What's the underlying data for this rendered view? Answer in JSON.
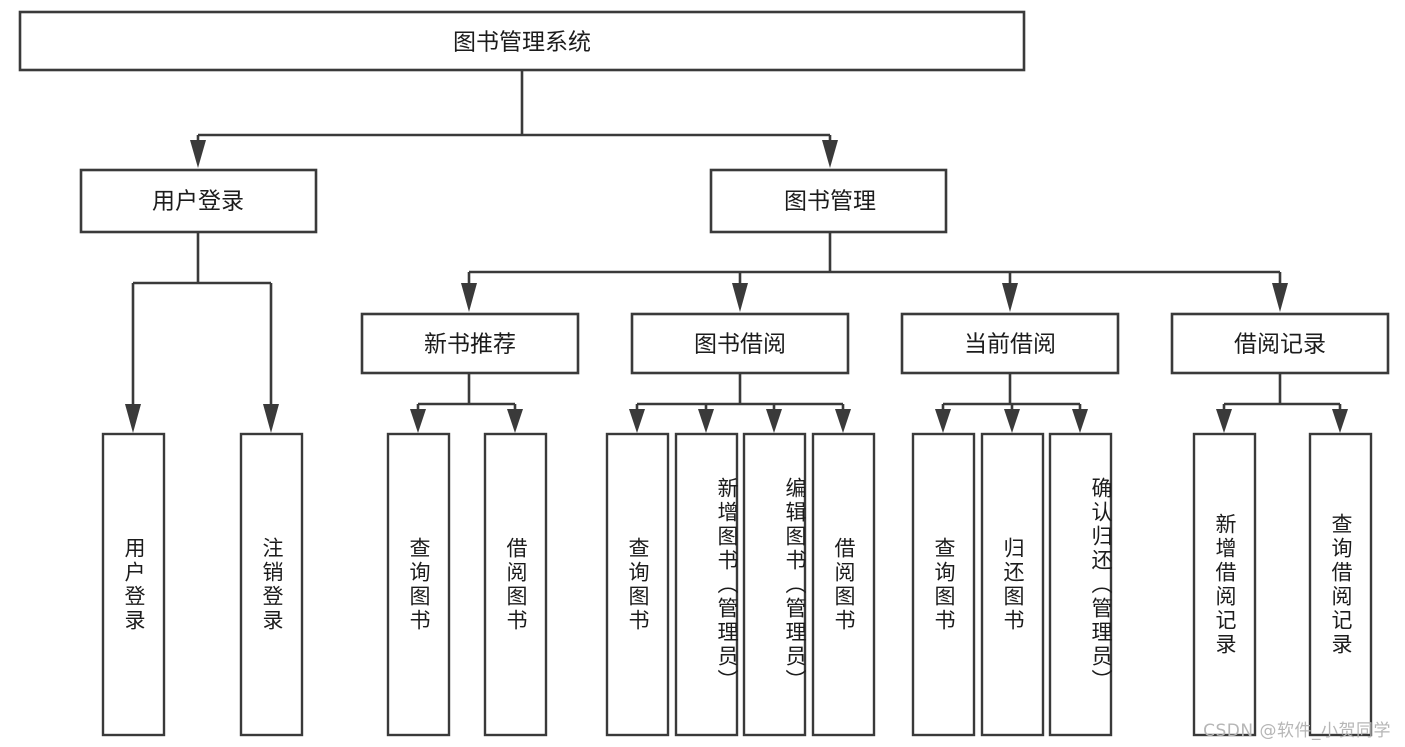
{
  "diagram": {
    "title": "图书管理系统",
    "type": "tree-hierarchy-chart",
    "watermark": "CSDN @软件_小贺同学",
    "colors": {
      "stroke": "#3a3a3a",
      "fill": "#ffffff",
      "text": "#1c1c1c",
      "watermark": "#b6b6b6"
    },
    "root": {
      "label": "图书管理系统"
    },
    "level2": [
      {
        "label": "用户登录"
      },
      {
        "label": "图书管理"
      }
    ],
    "level3": [
      {
        "label": "新书推荐"
      },
      {
        "label": "图书借阅"
      },
      {
        "label": "当前借阅"
      },
      {
        "label": "借阅记录"
      }
    ],
    "leaves": {
      "user_login": [
        {
          "label": "用户登录"
        },
        {
          "label": "注销登录"
        }
      ],
      "new_book_recommend": [
        {
          "label": "查询图书"
        },
        {
          "label": "借阅图书"
        }
      ],
      "book_borrow": [
        {
          "label": "查询图书"
        },
        {
          "label": "新增图书（管理员）"
        },
        {
          "label": "编辑图书（管理员）"
        },
        {
          "label": "借阅图书"
        }
      ],
      "current_borrow": [
        {
          "label": "查询图书"
        },
        {
          "label": "归还图书"
        },
        {
          "label": "确认归还（管理员）"
        }
      ],
      "borrow_record": [
        {
          "label": "新增借阅记录"
        },
        {
          "label": "查询借阅记录"
        }
      ]
    }
  },
  "chart_data": {
    "type": "table",
    "title": "图书管理系统 功能结构图",
    "nodes": [
      {
        "id": "root",
        "label": "图书管理系统",
        "level": 1,
        "parent": null
      },
      {
        "id": "n-user-login",
        "label": "用户登录",
        "level": 2,
        "parent": "root"
      },
      {
        "id": "n-book-manage",
        "label": "图书管理",
        "level": 2,
        "parent": "root"
      },
      {
        "id": "n-new-book",
        "label": "新书推荐",
        "level": 3,
        "parent": "n-book-manage"
      },
      {
        "id": "n-book-borrow",
        "label": "图书借阅",
        "level": 3,
        "parent": "n-book-manage"
      },
      {
        "id": "n-current-borrow",
        "label": "当前借阅",
        "level": 3,
        "parent": "n-book-manage"
      },
      {
        "id": "n-borrow-record",
        "label": "借阅记录",
        "level": 3,
        "parent": "n-book-manage"
      },
      {
        "id": "l-user-login",
        "label": "用户登录",
        "level": 3,
        "parent": "n-user-login"
      },
      {
        "id": "l-logout",
        "label": "注销登录",
        "level": 3,
        "parent": "n-user-login"
      },
      {
        "id": "l-nb-query",
        "label": "查询图书",
        "level": 4,
        "parent": "n-new-book"
      },
      {
        "id": "l-nb-borrow",
        "label": "借阅图书",
        "level": 4,
        "parent": "n-new-book"
      },
      {
        "id": "l-bb-query",
        "label": "查询图书",
        "level": 4,
        "parent": "n-book-borrow"
      },
      {
        "id": "l-bb-add",
        "label": "新增图书（管理员）",
        "level": 4,
        "parent": "n-book-borrow"
      },
      {
        "id": "l-bb-edit",
        "label": "编辑图书（管理员）",
        "level": 4,
        "parent": "n-book-borrow"
      },
      {
        "id": "l-bb-borrow",
        "label": "借阅图书",
        "level": 4,
        "parent": "n-book-borrow"
      },
      {
        "id": "l-cb-query",
        "label": "查询图书",
        "level": 4,
        "parent": "n-current-borrow"
      },
      {
        "id": "l-cb-return",
        "label": "归还图书",
        "level": 4,
        "parent": "n-current-borrow"
      },
      {
        "id": "l-cb-confirm",
        "label": "确认归还（管理员）",
        "level": 4,
        "parent": "n-current-borrow"
      },
      {
        "id": "l-br-add",
        "label": "新增借阅记录",
        "level": 4,
        "parent": "n-borrow-record"
      },
      {
        "id": "l-br-query",
        "label": "查询借阅记录",
        "level": 4,
        "parent": "n-borrow-record"
      }
    ]
  }
}
